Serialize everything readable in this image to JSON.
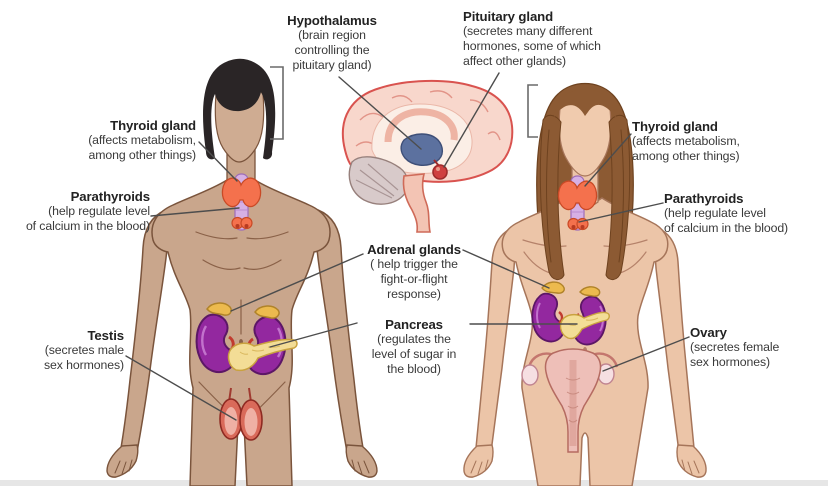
{
  "labels": {
    "hypothalamus": {
      "title": "Hypothalamus",
      "desc": "(brain region\ncontrolling the\npituitary gland)"
    },
    "pituitary_gland": {
      "title": "Pituitary gland",
      "desc": "(secretes many different\nhormones, some of which\naffect other glands)"
    },
    "thyroid_left": {
      "title": "Thyroid gland",
      "desc": "(affects metabolism,\namong other things)"
    },
    "parathyroids_left": {
      "title": "Parathyroids",
      "desc": "(help regulate level\nof calcium in the blood)"
    },
    "testis": {
      "title": "Testis",
      "desc": "(secretes male\nsex hormones)"
    },
    "adrenal_glands": {
      "title": "Adrenal glands",
      "desc": "( help trigger the\nfight-or-flight\nresponse)"
    },
    "pancreas": {
      "title": "Pancreas",
      "desc": "(regulates the\nlevel of sugar in\nthe blood)"
    },
    "thyroid_right": {
      "title": "Thyroid gland",
      "desc": "(affects metabolism,\namong other things)"
    },
    "parathyroids_right": {
      "title": "Parathyroids",
      "desc": "(help regulate level\nof calcium in the blood)"
    },
    "ovary": {
      "title": "Ovary",
      "desc": "(secretes female\nsex hormones)"
    }
  },
  "colors": {
    "background": "#ffffff",
    "label_text": "#3a3a3a",
    "leader_line": "#4d4d4d",
    "male_skin": "#c9a68c",
    "male_hair": "#2a2526",
    "female_skin": "#ecc5a8",
    "female_hair": "#8c5a33",
    "thyroid": "#f4714d",
    "trachea": "#d6b0e4",
    "kidney": "#93289f",
    "adrenal": "#ecba4e",
    "pancreas": "#f3dd96",
    "testis": "#d96a5a",
    "uterus": "#eebfb8",
    "brain_cortex": "#f8d7cc",
    "brain_outline": "#d9534f",
    "hypothalamus_region": "#5c719f",
    "pituitary": "#cf4040"
  }
}
